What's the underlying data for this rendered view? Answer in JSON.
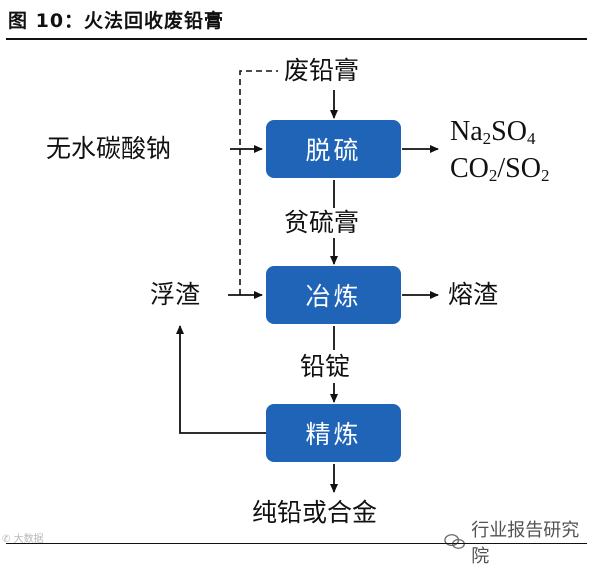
{
  "figure": {
    "title": "图 10：火法回收废铅膏"
  },
  "nodes": {
    "desulfurization": "脱硫",
    "smelting": "冶炼",
    "refining": "精炼"
  },
  "labels": {
    "waste_paste": "废铅膏",
    "sodium_carbonate": "无水碳酸钠",
    "lean_paste": "贫硫膏",
    "dross": "浮渣",
    "slag": "熔渣",
    "lead_ingot": "铅锭",
    "pure_lead_alloy": "纯铅或合金"
  },
  "byproducts": {
    "line1": {
      "a": "Na",
      "a_sub": "2",
      "b": "SO",
      "b_sub": "4"
    },
    "line2": {
      "a": "CO",
      "a_sub": "2",
      "b": "/SO",
      "b_sub": "2"
    }
  },
  "watermarks": {
    "left": "大数据",
    "right": "行业报告研究院"
  }
}
